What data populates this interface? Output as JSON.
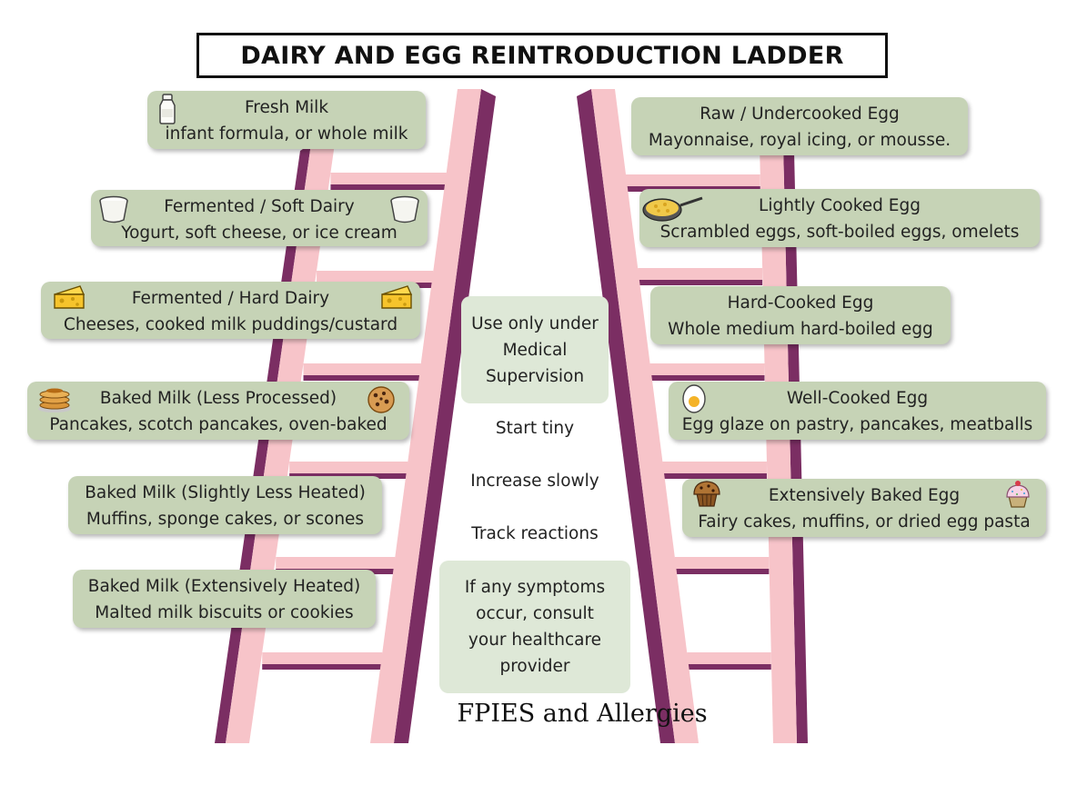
{
  "title": "DAIRY AND EGG REINTRODUCTION LADDER",
  "dairy_steps": [
    {
      "title": "Fresh Milk",
      "desc": "infant formula, or whole milk"
    },
    {
      "title": "Fermented / Soft Dairy",
      "desc": "Yogurt, soft cheese, or ice cream"
    },
    {
      "title": "Fermented / Hard Dairy",
      "desc": "Cheeses, cooked milk puddings/custard"
    },
    {
      "title": "Baked Milk (Less Processed)",
      "desc": "Pancakes, scotch pancakes, oven-baked"
    },
    {
      "title": "Baked Milk (Slightly Less Heated)",
      "desc": "Muffins, sponge cakes, or scones"
    },
    {
      "title": "Baked Milk (Extensively Heated)",
      "desc": "Malted milk biscuits or cookies"
    }
  ],
  "egg_steps": [
    {
      "title": "Raw / Undercooked Egg",
      "desc": "Mayonnaise, royal icing, or mousse."
    },
    {
      "title": "Lightly Cooked Egg",
      "desc": "Scrambled eggs, soft-boiled eggs, omelets"
    },
    {
      "title": "Hard-Cooked Egg",
      "desc": "Whole medium hard-boiled egg"
    },
    {
      "title": "Well-Cooked Egg",
      "desc": "Egg glaze on pastry, pancakes, meatballs"
    },
    {
      "title": "Extensively Baked Egg",
      "desc": "Fairy cakes, muffins, or dried egg pasta"
    }
  ],
  "guidance": {
    "supervision": [
      "Use only under",
      "Medical",
      "Supervision"
    ],
    "start": "Start tiny",
    "increase": "Increase slowly",
    "track": "Track reactions",
    "symptoms": [
      "If any symptoms",
      "occur, consult",
      "your healthcare",
      "provider"
    ]
  },
  "brand": "FPIES and Allergies",
  "icons": [
    "milk-bottle-icon",
    "yogurt-cup-icon",
    "cheese-wedge-icon",
    "pancake-stack-icon",
    "cookie-icon",
    "scrambled-egg-pan-icon",
    "boiled-egg-icon",
    "muffin-icon",
    "fairy-cake-icon"
  ],
  "colors": {
    "card": "#c6d3b6",
    "info_box": "#dee8d7",
    "ladder_light": "#f7c4c9",
    "ladder_dark": "#7b2e63",
    "title_border": "#111111"
  }
}
